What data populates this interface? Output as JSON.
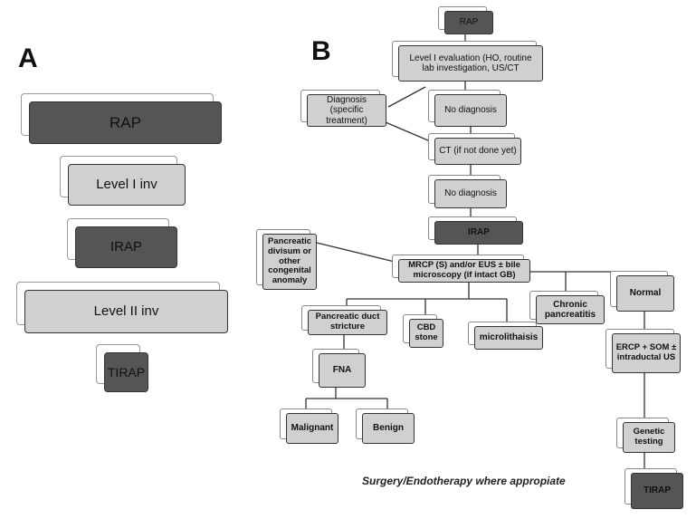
{
  "panel_a": {
    "label": "A",
    "steps": [
      "RAP",
      "Level I inv",
      "IRAP",
      "Level II inv",
      "TIRAP"
    ]
  },
  "panel_b": {
    "label": "B",
    "nodes": {
      "rap": "RAP",
      "level1": "Level I evaluation (HO, routine lab investigation, US/CT",
      "diagnosis": "Diagnosis (specific treatment)",
      "no_diag1": "No diagnosis",
      "ct": "CT (if not done yet)",
      "no_diag2": "No diagnosis",
      "irap": "IRAP",
      "pancreatic_divisum": "Pancreatic divisum or other congenital anomaly",
      "mrcp": "MRCP (S) and/or EUS ± bile microscopy (if intact GB)",
      "normal": "Normal",
      "chronic_pancreatitis": "Chronic pancreatitis",
      "duct_stricture": "Pancreatic duct stricture",
      "cbd_stone": "CBD stone",
      "microlithiasis": "microlithaisis",
      "fna": "FNA",
      "ercp": "ERCP + SOM ± intraductal US",
      "malignant": "Malignant",
      "benign": "Benign",
      "genetic": "Genetic testing",
      "tirap": "TIRAP"
    },
    "caption": "Surgery/Endotherapy where appropiate"
  }
}
